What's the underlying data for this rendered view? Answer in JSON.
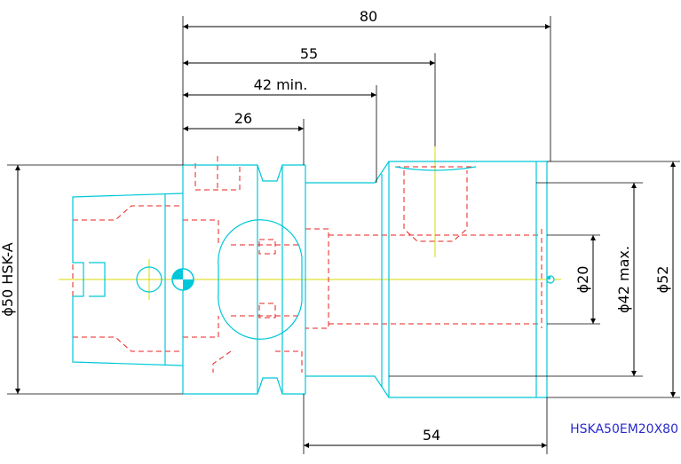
{
  "dimensions": {
    "overall_length": "80",
    "length_55": "55",
    "min_clamp_length": "42 min.",
    "flange_length": "26",
    "shank_length": "54",
    "hsk_diameter": "ϕ50 HSK-A",
    "bore_diameter": "ϕ20",
    "max_diameter": "ϕ42 max.",
    "body_diameter": "ϕ52"
  },
  "part_id": "HSKA50EM20X80",
  "colors": {
    "outline": "#00c8d8",
    "hidden": "#e8201c",
    "centerline": "#d8d800",
    "dimension": "#000000",
    "label": "#2a2acc"
  }
}
